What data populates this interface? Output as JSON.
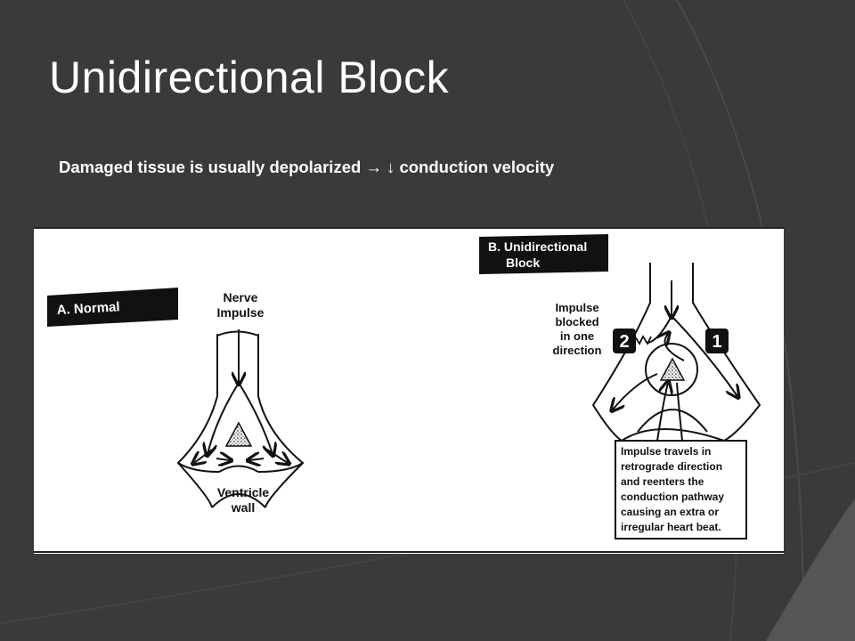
{
  "slide": {
    "title": "Unidirectional Block",
    "subtitle": "Damaged tissue is usually depolarized → ↓ conduction velocity"
  },
  "diagram": {
    "panel_a": {
      "label": "A. Normal",
      "input": [
        "Nerve",
        "Impulse"
      ],
      "bottom": [
        "Ventricle",
        "wall"
      ]
    },
    "panel_b": {
      "label": [
        "B. Unidirectional",
        "Block"
      ],
      "blocked": [
        "Impulse",
        "blocked",
        "in one",
        "direction"
      ],
      "marker_left": "2",
      "marker_right": "1",
      "note": [
        "Impulse travels in",
        "retrograde direction",
        "and reenters the",
        "conduction pathway",
        "causing an extra or",
        "irregular heart beat."
      ]
    }
  },
  "colors": {
    "background": "#3a3a3a",
    "panel": "#ffffff",
    "ink": "#111111"
  }
}
